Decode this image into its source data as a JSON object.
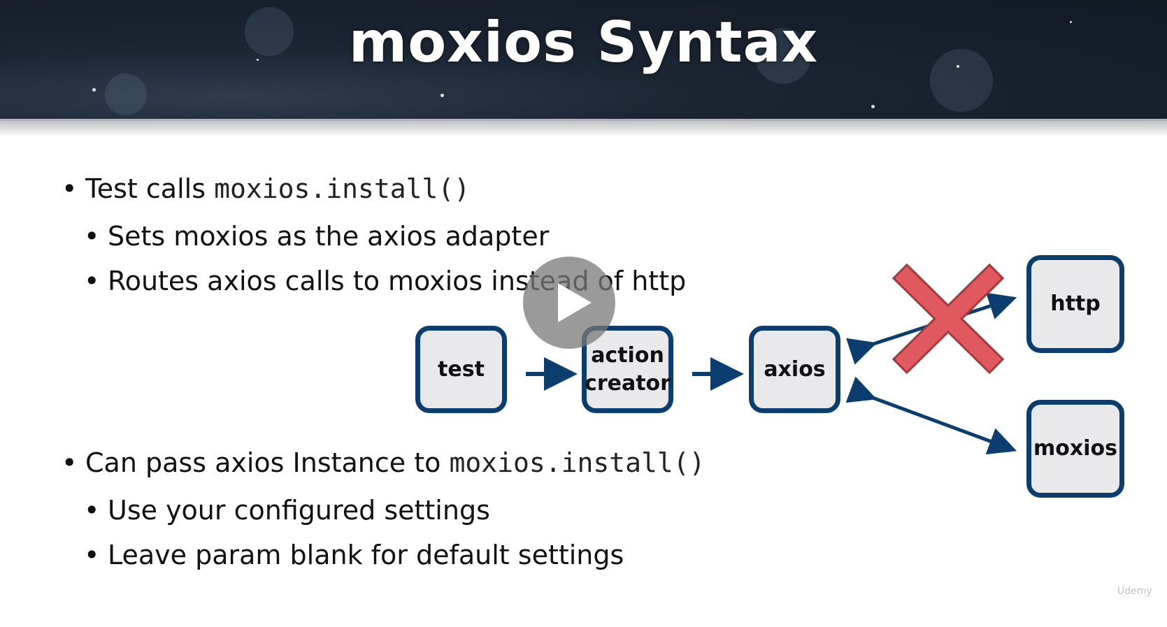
{
  "slide": {
    "title": "moxios Syntax"
  },
  "bullets": {
    "b1": {
      "text": "Test calls ",
      "code": "moxios.install()"
    },
    "b1_1": {
      "text": "Sets moxios as the axios adapter"
    },
    "b1_2": {
      "text": "Routes axios calls to moxios instead of http"
    },
    "b2": {
      "text": "Can pass axios Instance to ",
      "code": "moxios.install()"
    },
    "b2_1": {
      "text": "Use your configured settings"
    },
    "b2_2": {
      "text": "Leave param blank for default settings"
    }
  },
  "diagram": {
    "nodes": {
      "test": "test",
      "action_line1": "action",
      "action_line2": "creator",
      "axios": "axios",
      "http": "http",
      "moxios": "moxios"
    },
    "colors": {
      "box_border": "#0b3d6e",
      "box_fill": "#e9e9ec",
      "arrow": "#0b3d6e",
      "cross": "#e0595e"
    }
  },
  "player": {
    "play_icon": "play-icon",
    "watermark": "Udemy"
  }
}
